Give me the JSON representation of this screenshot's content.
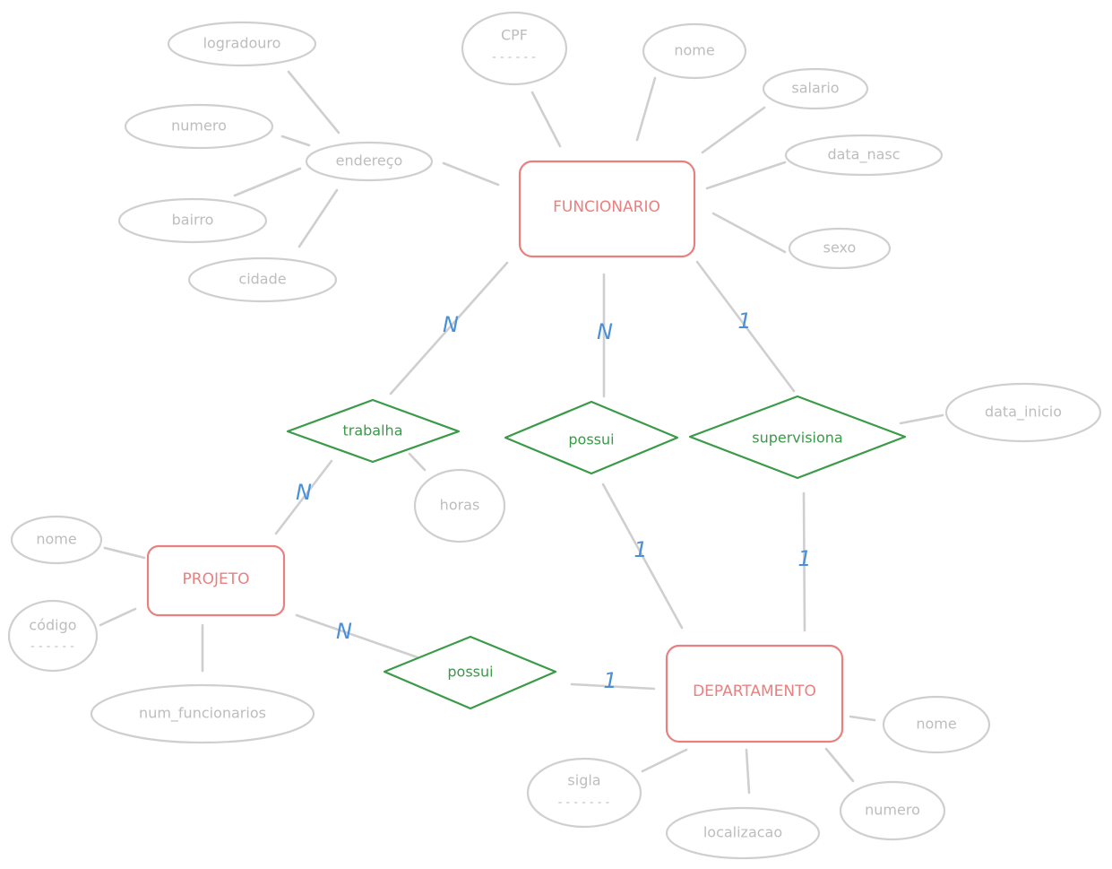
{
  "colors": {
    "entity": "#e88080",
    "relationship": "#3a9a48",
    "attribute": "#cfcfcf",
    "attribute_text": "#bdbdbd",
    "cardinality": "#4a90d9",
    "line": "#cfcfcf"
  },
  "entities": {
    "funcionario": "FUNCIONARIO",
    "projeto": "PROJETO",
    "departamento": "DEPARTAMENTO"
  },
  "relationships": {
    "trabalha": "trabalha",
    "possui_func": "possui",
    "supervisiona": "supervisiona",
    "possui_proj": "possui"
  },
  "attributes": {
    "logradouro": "logradouro",
    "numero_end": "numero",
    "endereco": "endereço",
    "bairro": "bairro",
    "cidade": "cidade",
    "cpf": "CPF",
    "cpf_key": "------",
    "nome_func": "nome",
    "salario": "salario",
    "data_nasc": "data_nasc",
    "sexo": "sexo",
    "data_inicio": "data_inicio",
    "horas": "horas",
    "nome_proj": "nome",
    "codigo": "código",
    "codigo_key": "------",
    "num_funcionarios": "num_funcionarios",
    "sigla": "sigla",
    "sigla_key": "-------",
    "localizacao": "localizacao",
    "numero_dep": "numero",
    "nome_dep": "nome"
  },
  "cardinalities": {
    "func_trabalha": "N",
    "proj_trabalha": "N",
    "func_possui": "N",
    "dep_possui": "1",
    "func_supervisiona": "1",
    "dep_supervisiona": "1",
    "proj_possui": "N",
    "dep_possui_proj": "1"
  }
}
